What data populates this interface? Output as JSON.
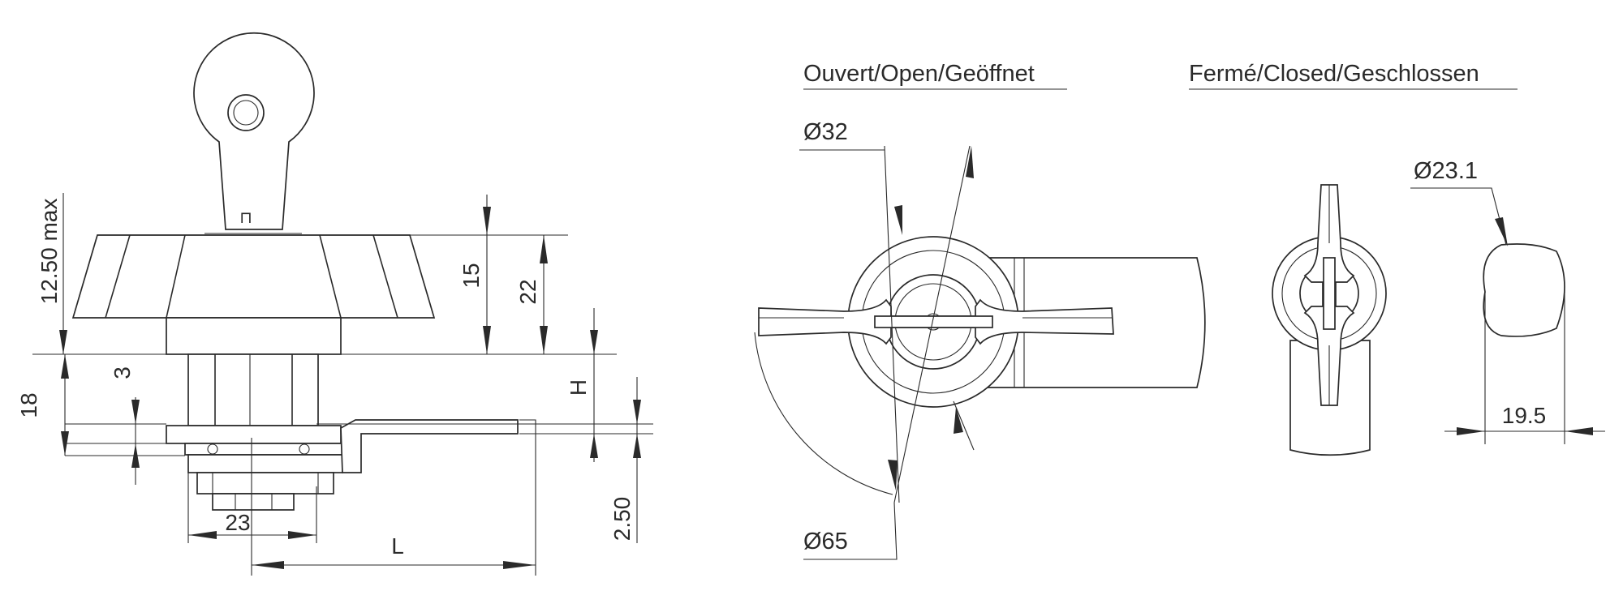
{
  "views": {
    "open_title": "Ouvert/Open/Geöffnet",
    "closed_title": "Fermé/Closed/Geschlossen"
  },
  "dimensions": {
    "key_height": "12.50 max",
    "d15": "15",
    "d22": "22",
    "d18": "18",
    "d3": "3",
    "h": "H",
    "d2_50": "2.50",
    "d23": "23",
    "l": "L",
    "dia32": "Ø32",
    "dia65": "Ø65",
    "dia23_1": "Ø23.1",
    "d19_5": "19.5"
  },
  "key_mark": "⊓"
}
